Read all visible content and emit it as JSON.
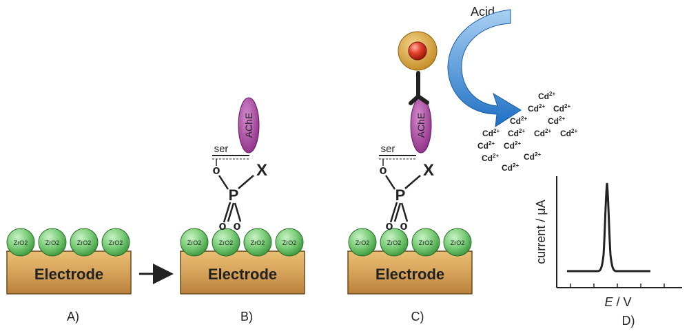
{
  "panels": [
    {
      "label": "A)",
      "electrode": "Electrode",
      "particles": [
        "ZrO2",
        "ZrO2",
        "ZrO2",
        "ZrO2"
      ]
    },
    {
      "label": "B)",
      "electrode": "Electrode",
      "particles": [
        "ZrO2",
        "ZrO2",
        "ZrO2",
        "ZrO2"
      ]
    },
    {
      "label": "C)",
      "electrode": "Electrode",
      "particles": [
        "ZrO2",
        "ZrO2",
        "ZrO2",
        "ZrO2"
      ]
    },
    {
      "label": "D)"
    }
  ],
  "enzyme": "AChE",
  "serine": "ser",
  "phosphorus": "P",
  "leaving_group": "X",
  "oxygen": "o",
  "acid": "Acid",
  "cadmium": "Cd",
  "cadmium_charge": "2+",
  "plot": {
    "ylabel": "current / μA",
    "xlabel_italic": "E",
    "xlabel_rest": " / V"
  },
  "colors": {
    "electrode": "#d6a35a",
    "particle": "#7ed07e",
    "enzyme": "#a0449a",
    "gold": "#d9a531",
    "red": "#d8301c",
    "arrow": "#3e86cc"
  }
}
